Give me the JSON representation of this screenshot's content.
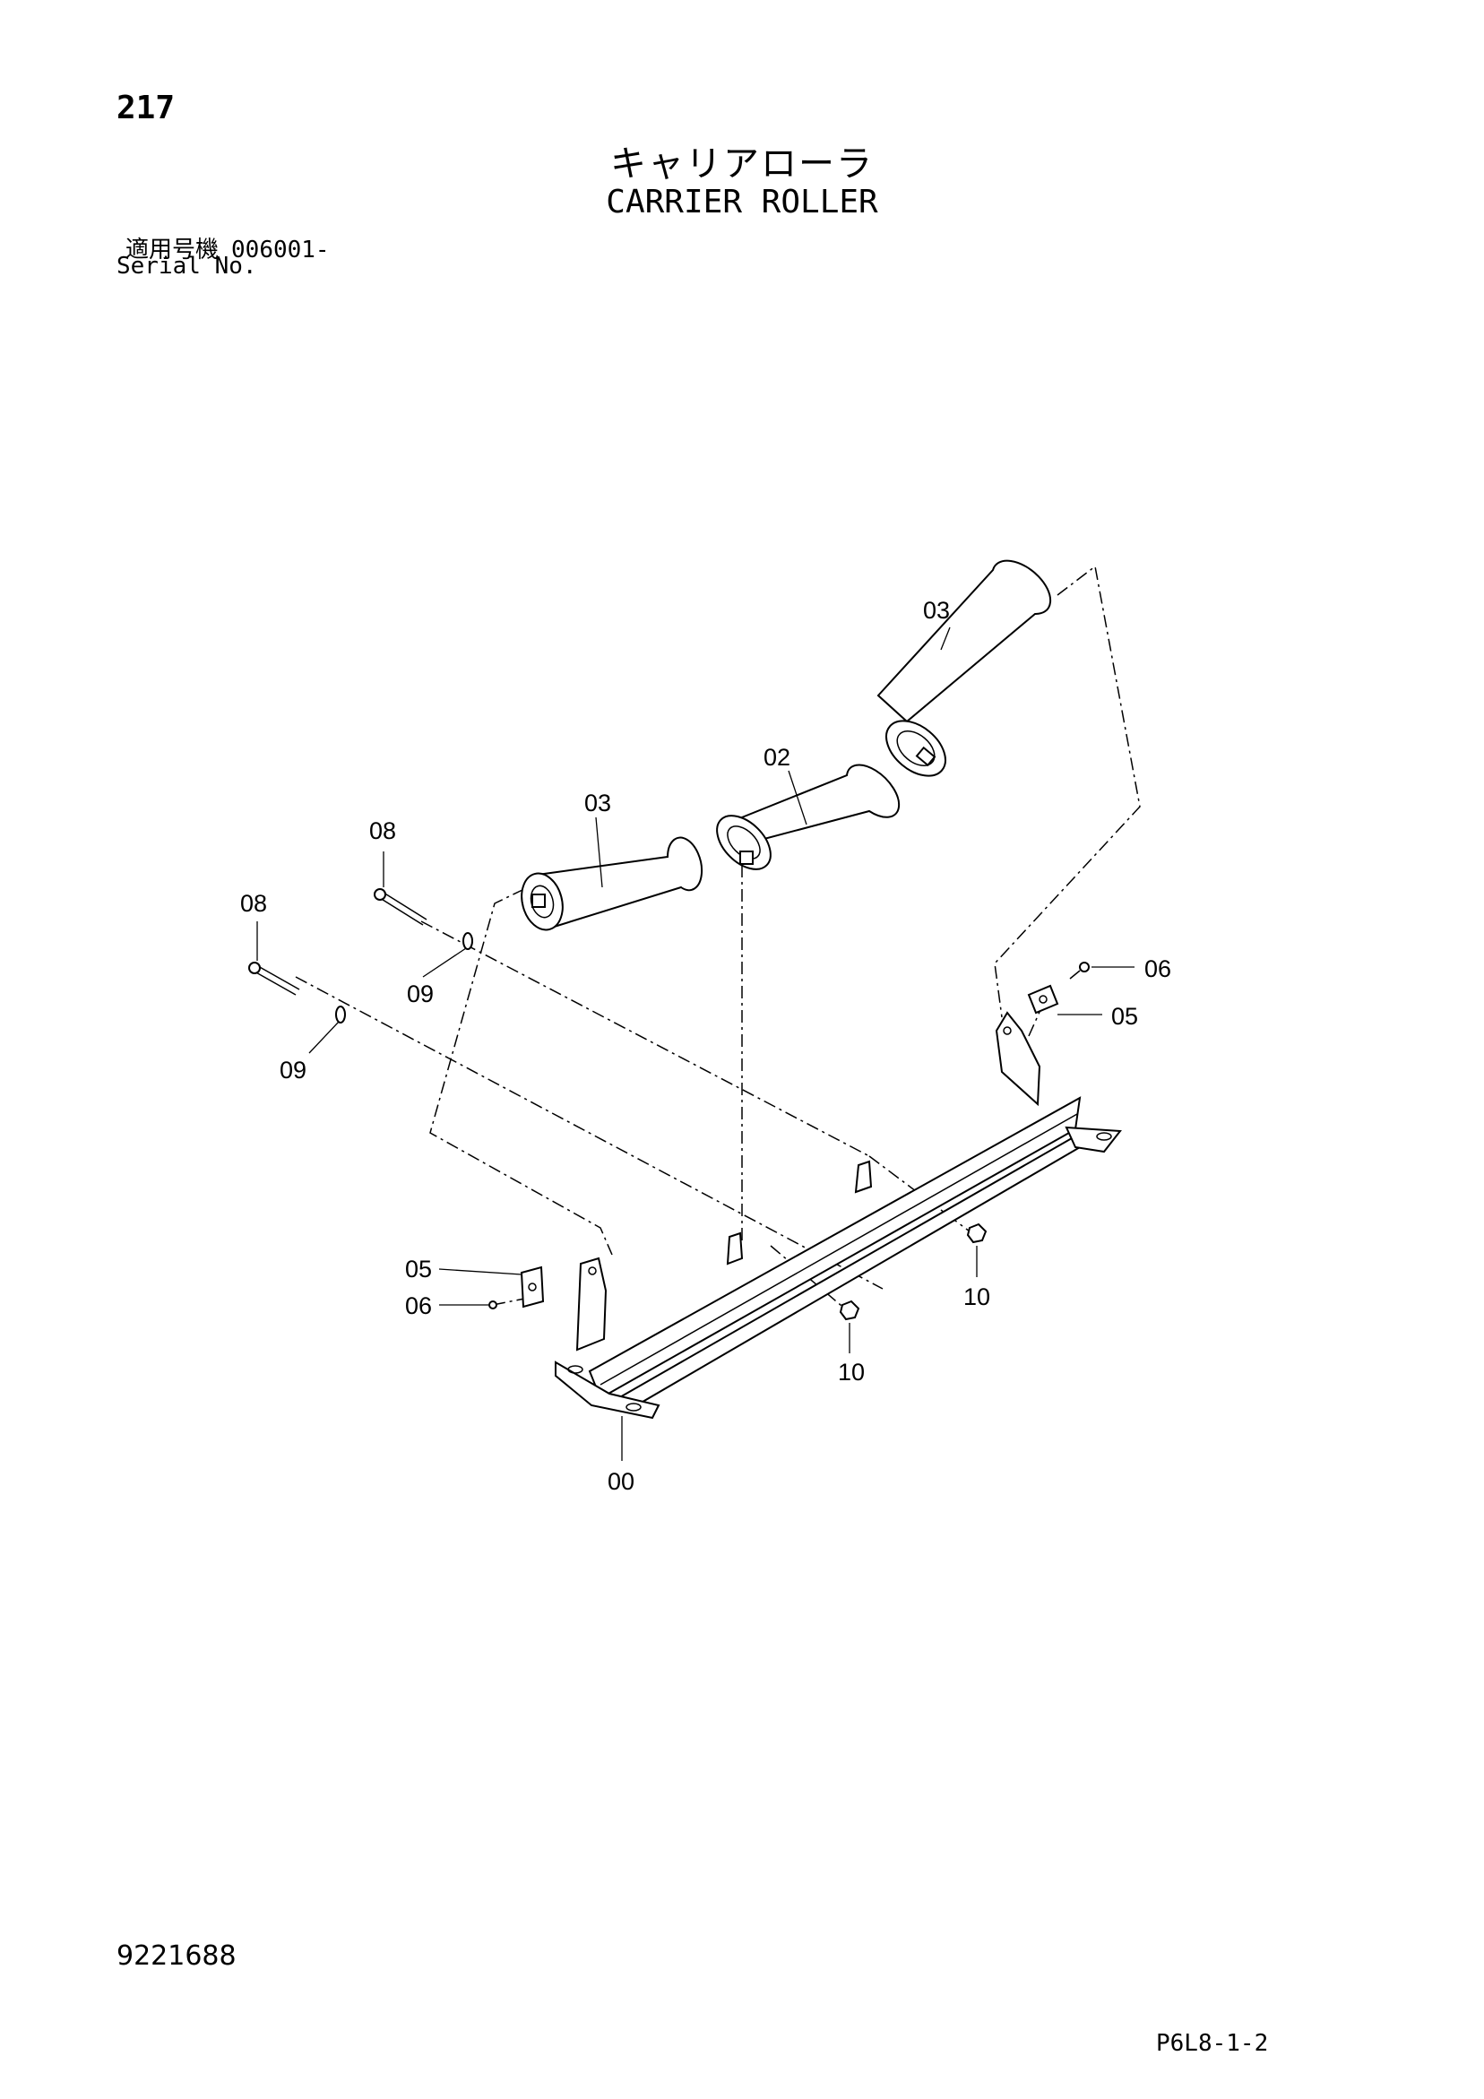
{
  "header": {
    "page_number": "217",
    "title_ja": "キャリアローラ",
    "title_en": "CARRIER ROLLER",
    "serial_label_ja": "適用号機",
    "serial_value": "006001-",
    "serial_label_en": "Serial No."
  },
  "callouts": {
    "frame": "00",
    "roller_center": "02",
    "roller_left": "03",
    "roller_right": "03",
    "bracket_left": "05",
    "bracket_right": "05",
    "screw_left": "06",
    "screw_right": "06",
    "bolt_upper": "08",
    "bolt_lower": "08",
    "washer_upper": "09",
    "washer_lower": "09",
    "nut_right": "10",
    "nut_center": "10"
  },
  "footer": {
    "drawing_number": "9221688",
    "page_code": "P6L8-1-2"
  }
}
